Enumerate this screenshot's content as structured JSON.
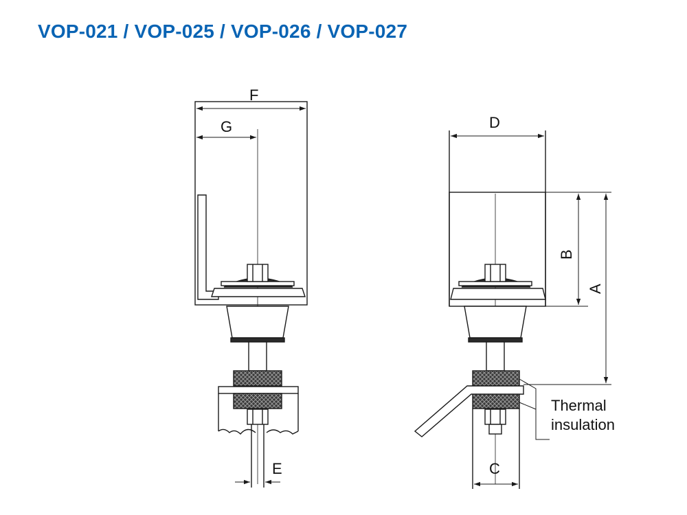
{
  "title": "VOP-021 / VOP-025 / VOP-026 / VOP-027",
  "colors": {
    "title": "#0a64b4",
    "line": "#1a1a1a",
    "dark_fill": "#2a2a2a",
    "knurl_fill": "#3a3a3a"
  },
  "dimensions": {
    "f": "F",
    "g": "G",
    "d": "D",
    "b": "B",
    "a": "A",
    "e": "E",
    "c": "C"
  },
  "annotation": {
    "line1": "Thermal",
    "line2": "insulation"
  }
}
